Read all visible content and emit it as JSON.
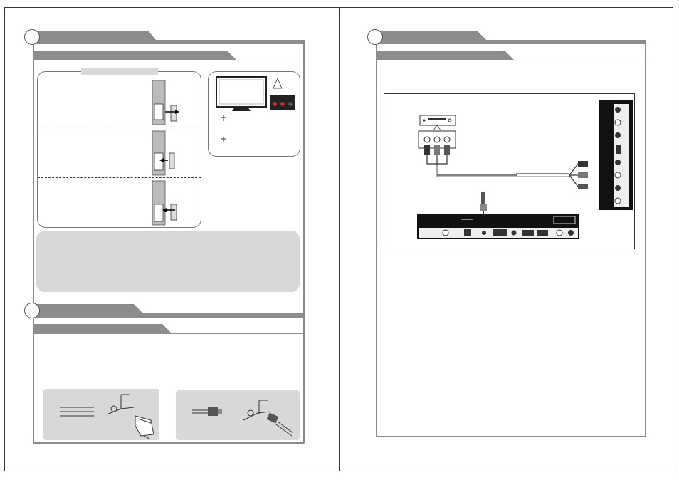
{
  "page": {
    "colors": {
      "banner": "#8c8c8c",
      "panel_border": "#8a8a8a",
      "light_box": "#d8d8d8",
      "device_panel": "#111111"
    }
  },
  "left_page": {
    "section1": {
      "battery_diagram": {
        "steps": [
          "step-1",
          "step-2",
          "step-3"
        ]
      },
      "tv_diagram": {
        "icons": [
          "tv-icon",
          "remote-receiver-icon",
          "button-panel-icon"
        ]
      }
    },
    "section2": {
      "antenna_boxes": [
        "antenna-wire-diagram",
        "coaxial-cable-diagram"
      ]
    }
  },
  "right_page": {
    "connection_diagram": {
      "devices": [
        "dvd-player-icon",
        "av-cable-icon",
        "tv-side-panel",
        "tv-bottom-panel"
      ]
    }
  }
}
